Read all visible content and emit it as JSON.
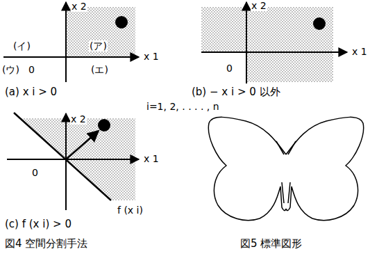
{
  "diagram": {
    "labels": [
      "x 2",
      "(イ)",
      "(ア)",
      "x 1",
      "(ウ)",
      "0",
      "(エ)",
      "(a) x i > 0",
      "x 2",
      "x 1",
      "0",
      "(b) − x i > 0 以外",
      "i=1, 2, . . . . , n",
      "x 2",
      "x 1",
      "0",
      "f (x i)",
      "(c) f (x i) > 0",
      "図4 空間分割手法",
      "図5 標準図形"
    ]
  }
}
